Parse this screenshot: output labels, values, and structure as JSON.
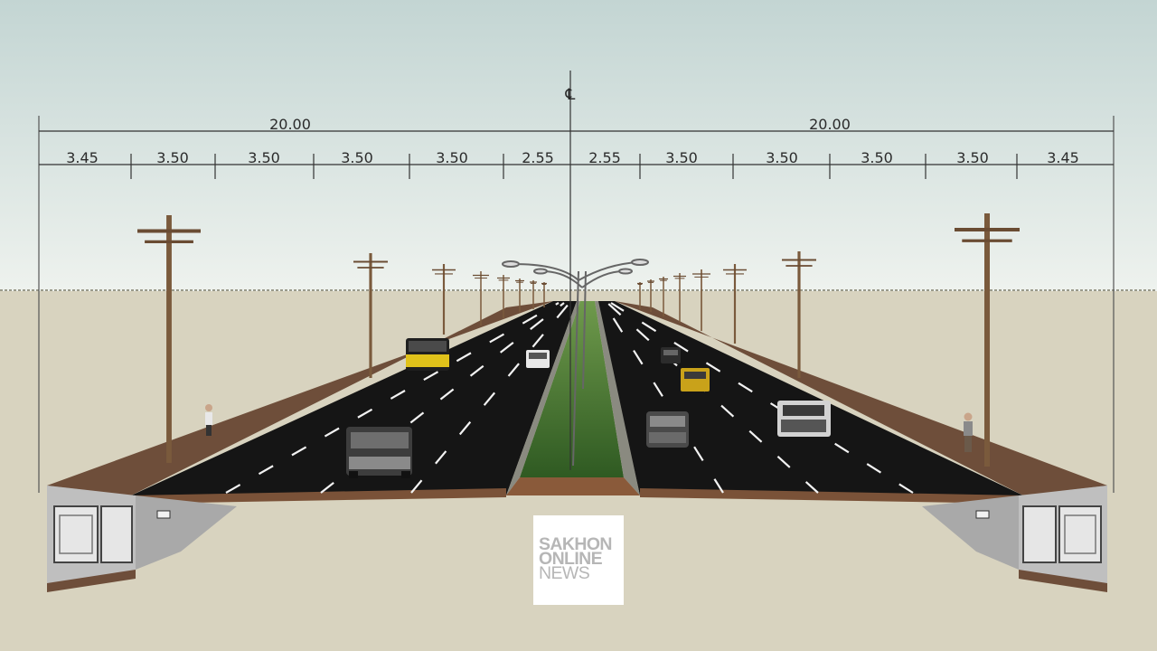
{
  "diagram": {
    "centerline_symbol": "℄",
    "totals": [
      {
        "label": "20.00",
        "side": "left"
      },
      {
        "label": "20.00",
        "side": "right"
      }
    ],
    "segments": [
      {
        "label": "3.45",
        "part": "left-sidewalk"
      },
      {
        "label": "3.50",
        "part": "left-lane-1"
      },
      {
        "label": "3.50",
        "part": "left-lane-2"
      },
      {
        "label": "3.50",
        "part": "left-lane-3"
      },
      {
        "label": "3.50",
        "part": "left-lane-4"
      },
      {
        "label": "2.55",
        "part": "left-median"
      },
      {
        "label": "2.55",
        "part": "right-median"
      },
      {
        "label": "3.50",
        "part": "right-lane-1"
      },
      {
        "label": "3.50",
        "part": "right-lane-2"
      },
      {
        "label": "3.50",
        "part": "right-lane-3"
      },
      {
        "label": "3.50",
        "part": "right-lane-4"
      },
      {
        "label": "3.45",
        "part": "right-sidewalk"
      }
    ]
  },
  "logo": {
    "line1": "SAKHON",
    "line2": "ONLINE",
    "line3": "NEWS"
  },
  "colors": {
    "sky_top": "#c3d5d3",
    "sky_bottom": "#eef2ee",
    "ground": "#d8d3bf",
    "asphalt": "#151515",
    "median_grass": "#3e6b2a",
    "sidewalk": "#6e4e3a",
    "pole": "#7a5a3c",
    "structure": "#d9d9d9"
  }
}
